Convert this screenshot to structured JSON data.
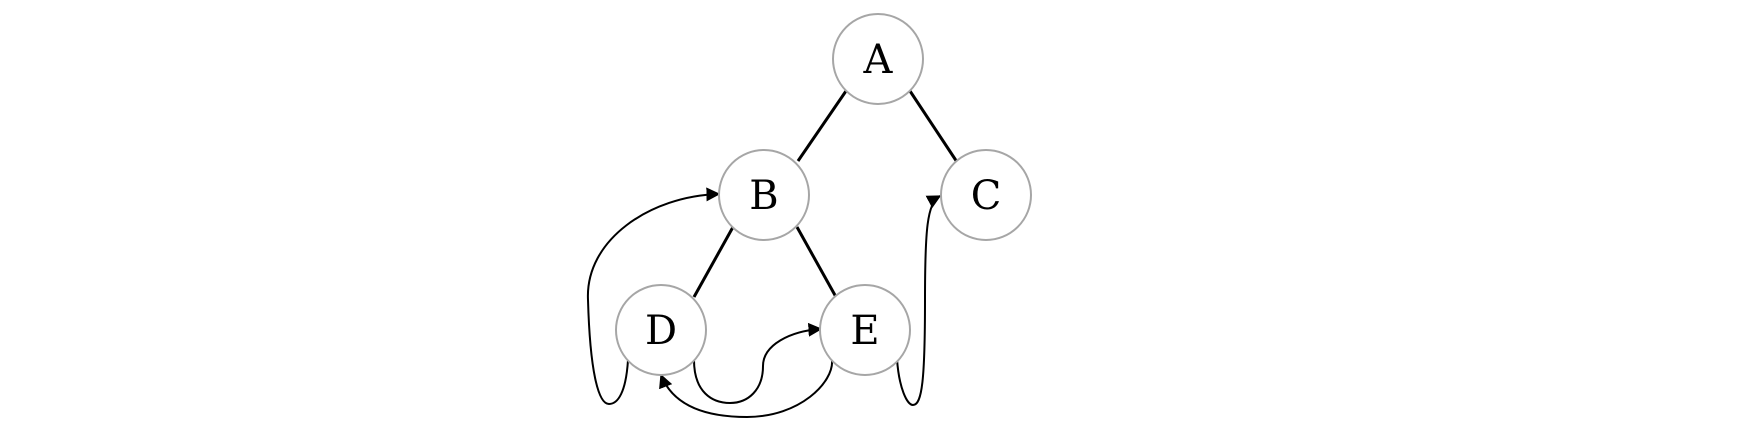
{
  "diagram": {
    "nodes": [
      {
        "id": "A",
        "label": "A"
      },
      {
        "id": "B",
        "label": "B"
      },
      {
        "id": "C",
        "label": "C"
      },
      {
        "id": "D",
        "label": "D"
      },
      {
        "id": "E",
        "label": "E"
      }
    ],
    "edges": [
      {
        "from": "A",
        "to": "B"
      },
      {
        "from": "A",
        "to": "C"
      },
      {
        "from": "B",
        "to": "D"
      },
      {
        "from": "B",
        "to": "E"
      }
    ],
    "threads": [
      {
        "from": "D",
        "to": "B"
      },
      {
        "from": "D",
        "to": "E"
      },
      {
        "from": "E",
        "to": "D"
      },
      {
        "from": "E",
        "to": "C"
      }
    ]
  }
}
